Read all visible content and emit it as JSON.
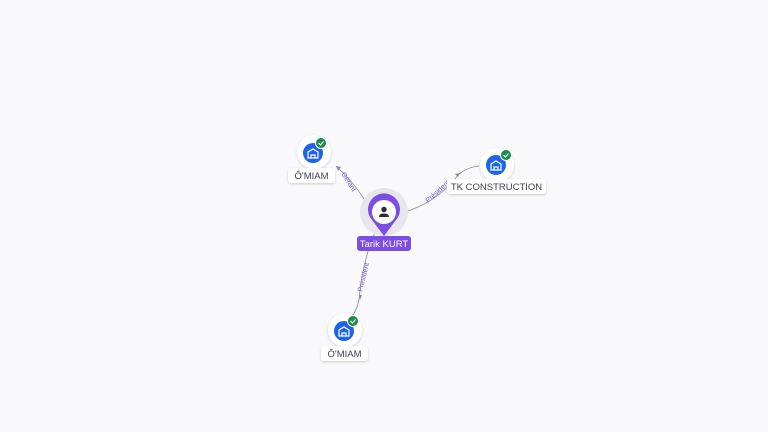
{
  "graph": {
    "center": {
      "name": "Tarik KURT",
      "icon": "person-icon",
      "accent": "#7c4ee4"
    },
    "companies": [
      {
        "name": "Ô'MIAM",
        "role": "Gérant",
        "icon": "company-building-icon",
        "verified": true
      },
      {
        "name": "TK CONSTRUCTION",
        "role": "Président",
        "icon": "company-building-icon",
        "verified": true
      },
      {
        "name": "Ô'MIAM",
        "role": "Président",
        "icon": "company-building-icon",
        "verified": true
      }
    ],
    "colors": {
      "company": "#1d64e8",
      "verified": "#1b8a4b",
      "edge": "#8a8a99"
    }
  }
}
